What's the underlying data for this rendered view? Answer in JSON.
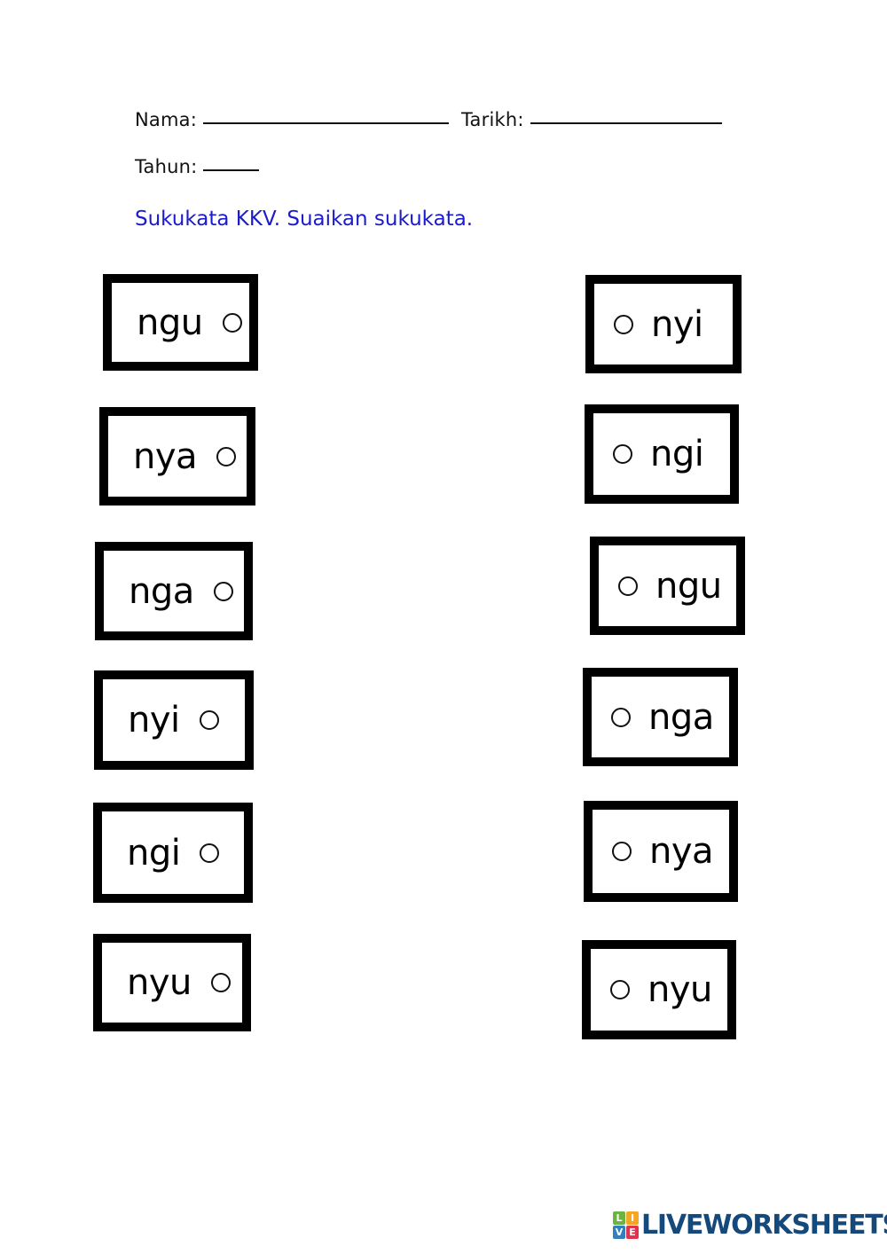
{
  "header": {
    "name_label": "Nama:",
    "date_label": "Tarikh:",
    "year_label": "Tahun:",
    "name_value": "",
    "date_value": "",
    "year_value": ""
  },
  "instruction": "Sukukata KKV. Suaikan sukukata.",
  "left_column": [
    {
      "syllable": "ngu"
    },
    {
      "syllable": "nya"
    },
    {
      "syllable": "nga"
    },
    {
      "syllable": "nyi"
    },
    {
      "syllable": "ngi"
    },
    {
      "syllable": "nyu"
    }
  ],
  "right_column": [
    {
      "syllable": "nyi"
    },
    {
      "syllable": "ngi"
    },
    {
      "syllable": "ngu"
    },
    {
      "syllable": "nga"
    },
    {
      "syllable": "nya"
    },
    {
      "syllable": "nyu"
    }
  ],
  "logo": {
    "cells": [
      "L",
      "I",
      "V",
      "E"
    ],
    "wordmark": "LIVEWORKSHEETS",
    "wordmark_color": "#15497b",
    "cell_colors": [
      "#6cb33f",
      "#f5a623",
      "#2f7fc1",
      "#e3324b"
    ]
  },
  "colors": {
    "instruction_blue": "#1b1bcd",
    "ink": "#000000",
    "paper": "#ffffff"
  }
}
